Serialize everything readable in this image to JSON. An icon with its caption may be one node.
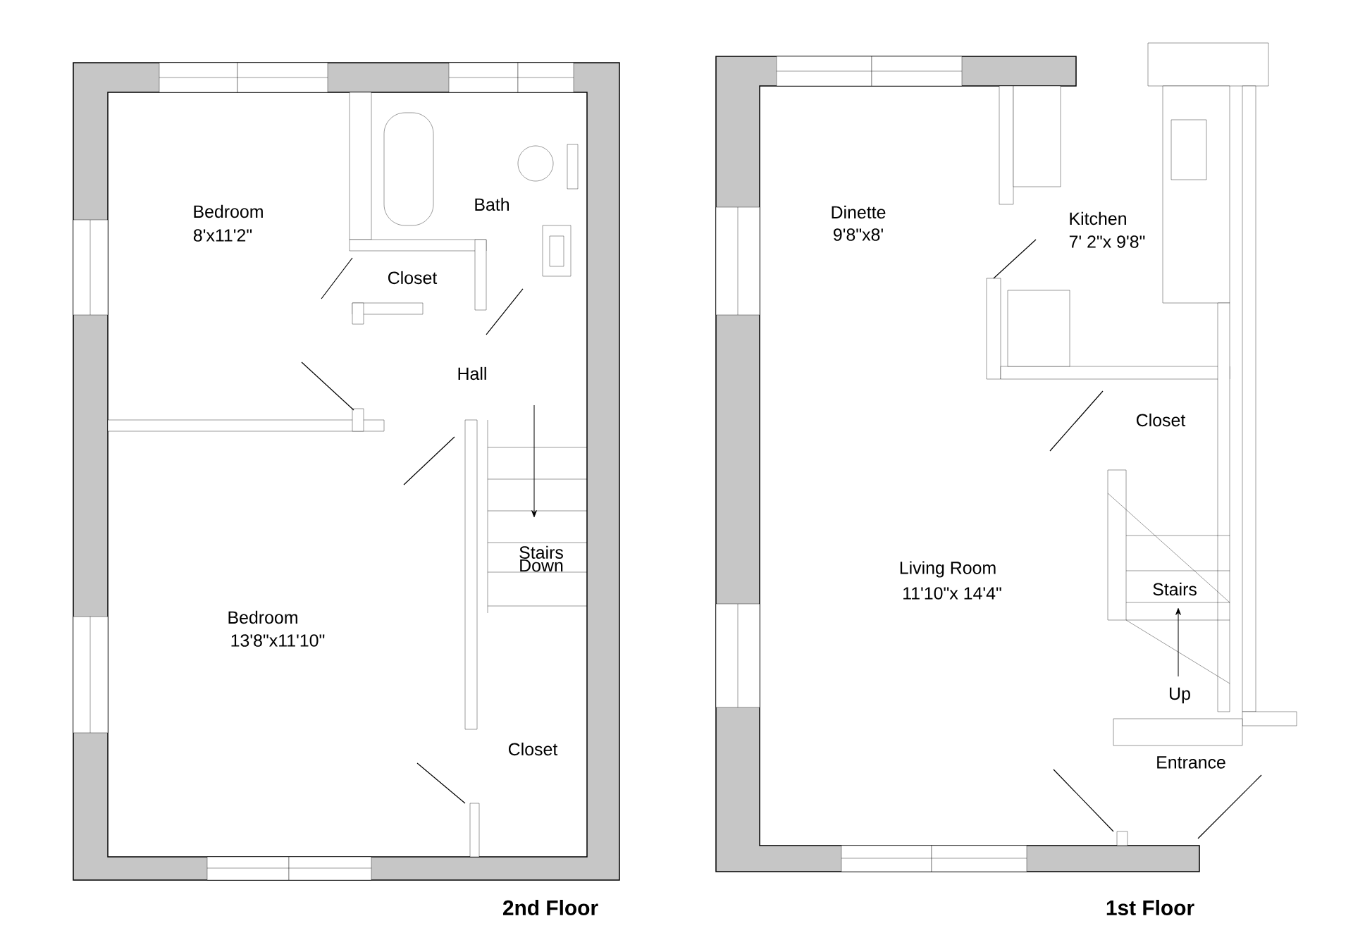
{
  "diagram": {
    "labels": [
      "Bedroom",
      "8'x11'2\"",
      "Bath",
      "Closet",
      "Hall",
      "Stairs Down",
      "Bedroom",
      "13'8\"x11'10\"",
      "Closet",
      "2nd Floor",
      "Dinette",
      "9'8\"x8'",
      "Kitchen",
      "7' 2\"x 9'8\"",
      "Closet",
      "Living Room",
      "11'10\"x 14'4\"",
      "Stairs",
      "Up",
      "Entrance",
      "1st Floor"
    ]
  }
}
